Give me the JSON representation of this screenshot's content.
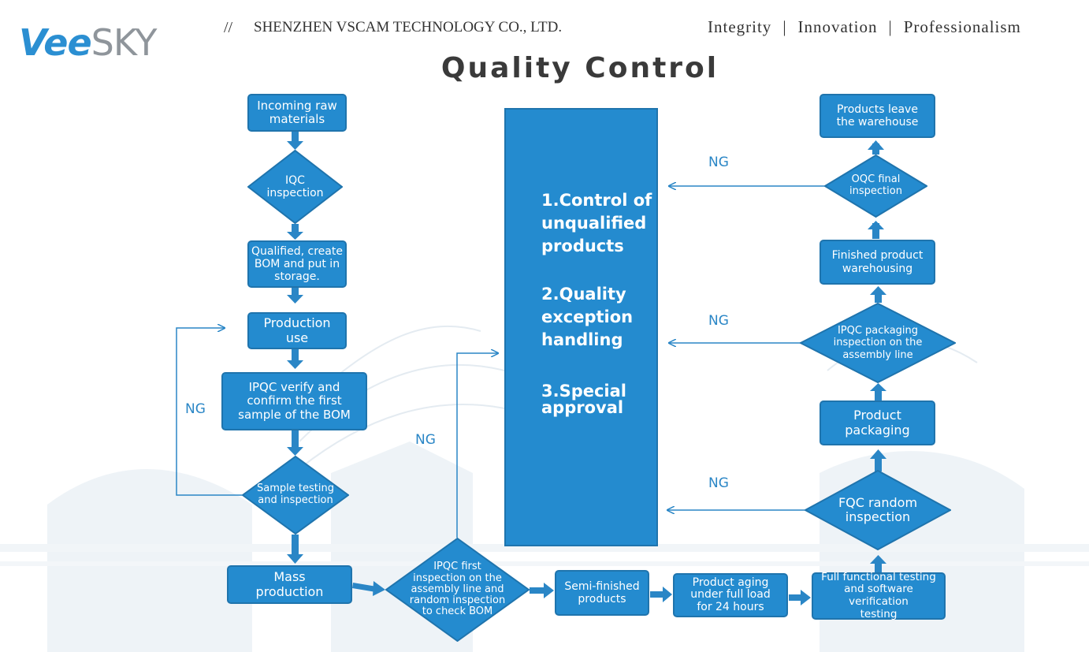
{
  "header": {
    "logo_part1": "Vee",
    "logo_part2": "SKY",
    "slash": "//",
    "company": "SHENZHEN VSCAM TECHNOLOGY CO., LTD.",
    "values": [
      "Integrity",
      "Innovation",
      "Professionalism"
    ],
    "separator": "|"
  },
  "title": "Quality Control",
  "colors": {
    "box_fill": "#248bcf",
    "box_border": "#1f74ad",
    "arrow": "#2a86c6"
  },
  "center_panel": {
    "items": [
      "1.Control of\nunqualified\nproducts",
      "2.Quality\nexception\nhandling",
      "3.Special\napproval"
    ]
  },
  "ng_label": "NG",
  "nodes": {
    "incoming": "Incoming raw\nmaterials",
    "iqc": "IQC\ninspection",
    "qualified": "Qualified, create\nBOM and put in\nstorage.",
    "production_use": "Production\nuse",
    "ipqc_verify": "IPQC verify and\nconfirm the first\nsample of the BOM",
    "sample_testing": "Sample testing\nand inspection",
    "mass_production": "Mass\nproduction",
    "ipqc_first": "IPQC first\ninspection on the\nassembly line and\nrandom inspection\nto check BOM",
    "semi_finished": "Semi-finished\nproducts",
    "aging": "Product aging\nunder full load\nfor 24 hours",
    "full_functional": "Full functional testing\nand software verification\ntesting",
    "fqc": "FQC random\ninspection",
    "packaging": "Product\npackaging",
    "ipqc_packaging": "IPQC packaging\ninspection on the\nassembly line",
    "warehousing": "Finished product\nwarehousing",
    "oqc": "OQC final\ninspection",
    "leave": "Products leave\nthe warehouse"
  }
}
